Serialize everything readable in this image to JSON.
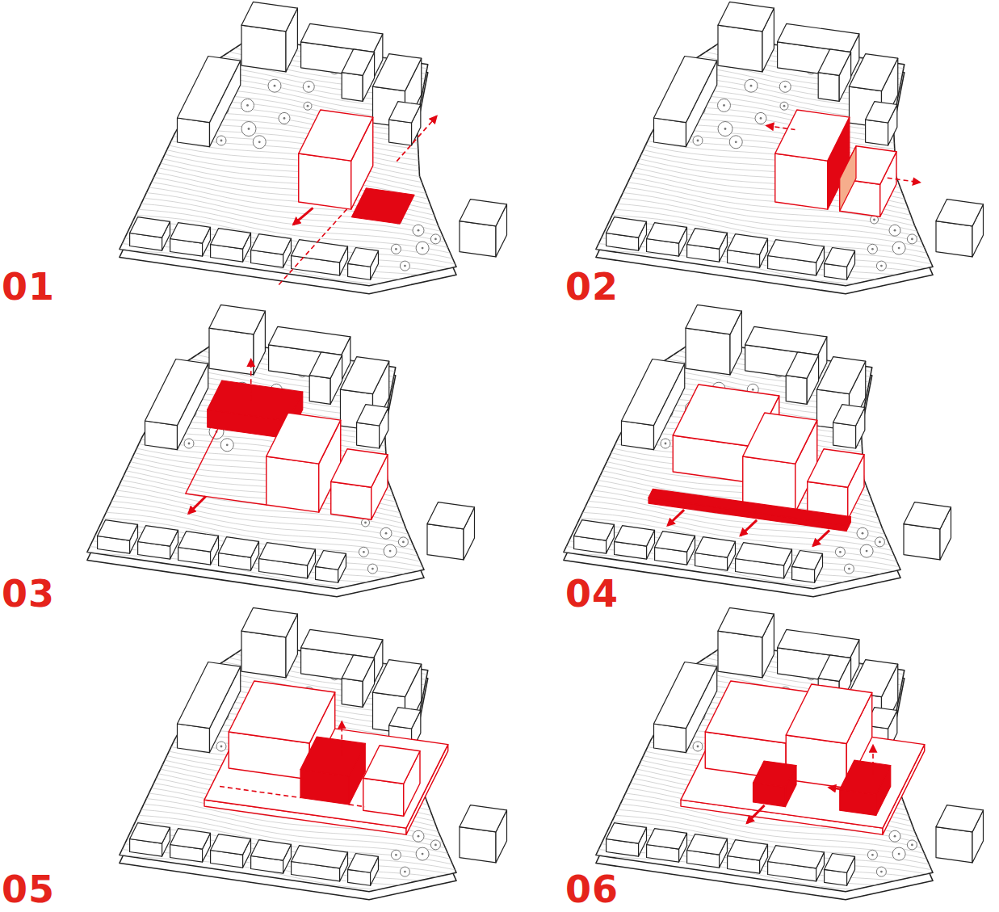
{
  "diagram": {
    "labels": [
      "01",
      "02",
      "03",
      "04",
      "05",
      "06"
    ]
  }
}
